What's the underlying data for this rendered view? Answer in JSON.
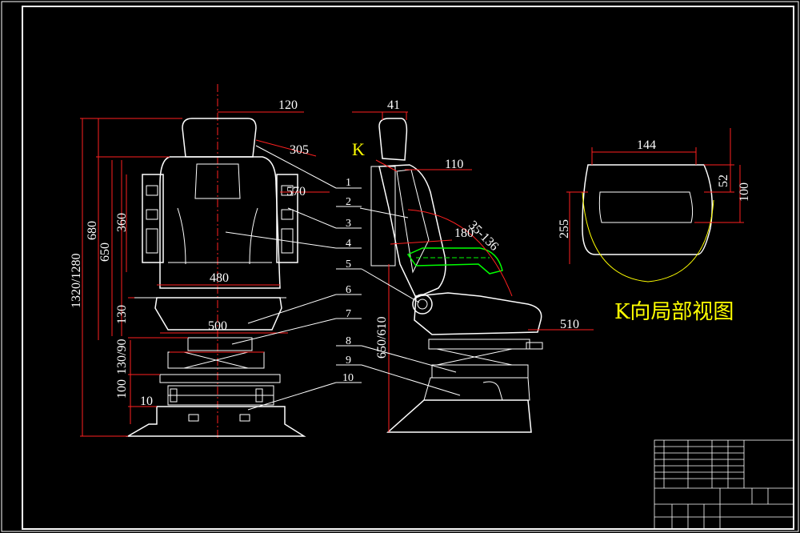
{
  "sheet": {
    "background": "#000000",
    "frame_color": "#ffffff",
    "line_color": "#ffffff",
    "dimension_color": "#ff2020",
    "callout_color": "#ffffff",
    "highlight_color": "#00ff00",
    "accent_color": "#ffff00"
  },
  "front_view": {
    "dimensions": {
      "total_width": "120",
      "headrest_offset": "305",
      "backrest_width": "570",
      "cushion_width": "480",
      "base_width": "500",
      "armrest_height": "360",
      "total_height": "1320/1280",
      "height_680": "680",
      "height_650": "650",
      "cushion_height": "130",
      "suspension_height": "130/90",
      "base_height": "100",
      "plate_height": "10"
    }
  },
  "side_view": {
    "view_marker": "K",
    "dimensions": {
      "headrest_depth": "41",
      "recline_offset": "110",
      "seat_travel": "180",
      "recline_angle": "35-136",
      "depth": "510",
      "height": "650/610"
    },
    "part_numbers": [
      "1",
      "2",
      "3",
      "4",
      "5",
      "6",
      "7",
      "8",
      "9",
      "10"
    ]
  },
  "detail_view": {
    "caption": "K向局部视图",
    "dimensions": {
      "width": "144",
      "top_height": "52",
      "height": "100",
      "radius": "255"
    }
  }
}
